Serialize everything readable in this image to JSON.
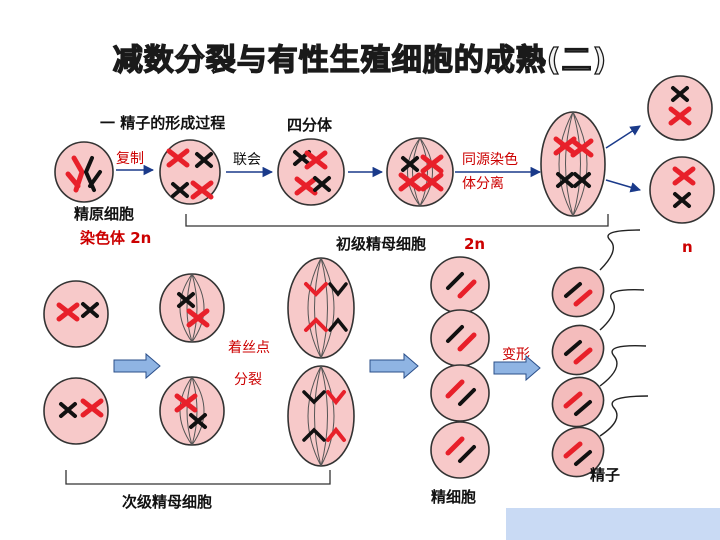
{
  "title": "减数分裂与有性生殖细胞的成熟(二)",
  "section_heading": "一  精子的形成过程",
  "labels": {
    "tetrad": "四分体",
    "replication": "复制",
    "synapsis": "联会",
    "homolog_separation_line1": "同源染色",
    "homolog_separation_line2": "体分离",
    "spermatogonium": "精原细胞",
    "chromosome_2n": "染色体 2n",
    "primary_spermatocyte": "初级精母细胞",
    "primary_2n": "2n",
    "n_label": "n",
    "centromere_line1": "着丝点",
    "centromere_line2": "分裂",
    "transformation": "变形",
    "spermatid": "精细胞",
    "sperm": "精子",
    "secondary_spermatocyte": "次级精母细胞"
  },
  "colors": {
    "chromosome_red": "#e8202a",
    "chromosome_black": "#111111",
    "cell_fill": "#f7c9c9",
    "arrow_fill": "#8fb4e3",
    "corner_box": "#c9daf4"
  }
}
